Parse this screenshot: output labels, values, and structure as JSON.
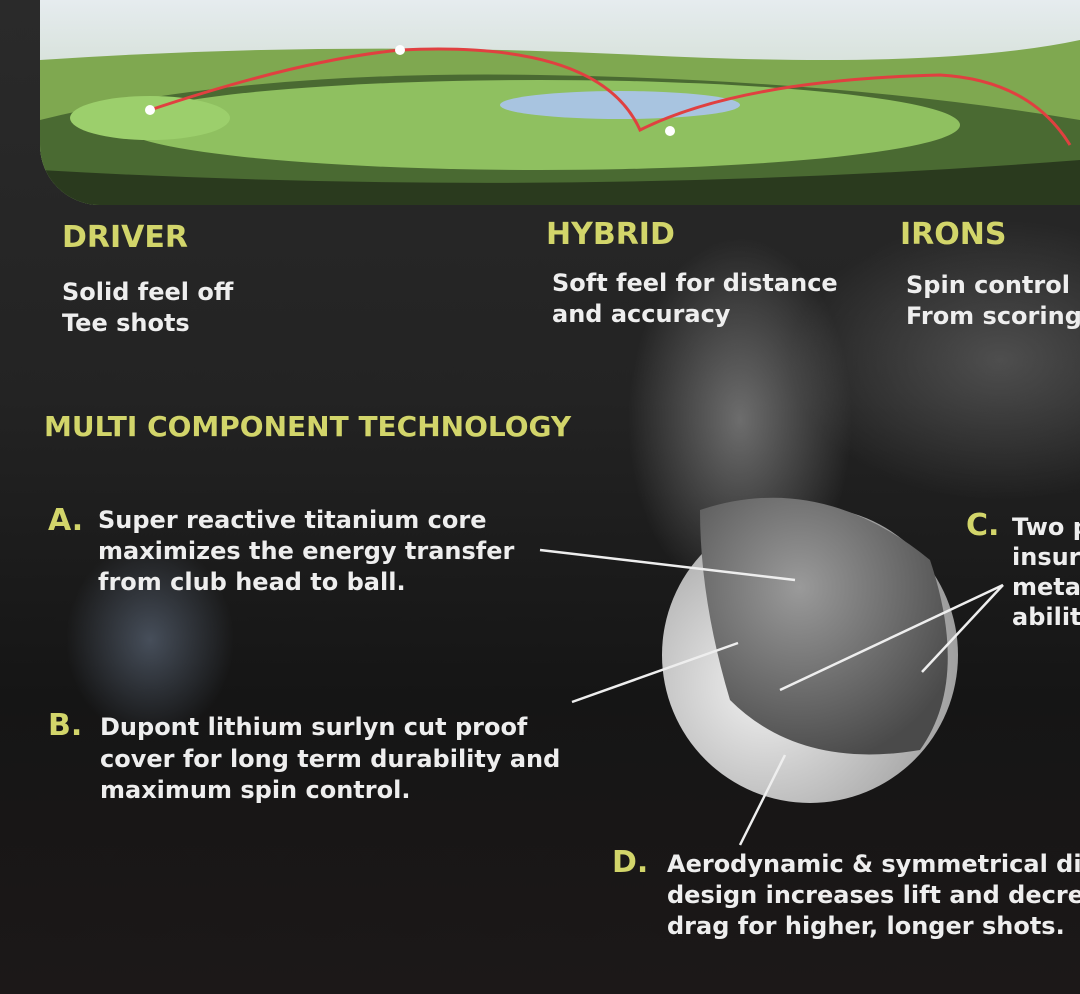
{
  "clubs": [
    {
      "title": "DRIVER",
      "lines": [
        "Solid feel off",
        "Tee shots"
      ]
    },
    {
      "title": "HYBRID",
      "lines": [
        "Soft feel for distance",
        "and accuracy"
      ]
    },
    {
      "title": "IRONS",
      "lines": [
        "Spin control",
        "From scoring l"
      ]
    }
  ],
  "section_title": "MULTI COMPONENT TECHNOLOGY",
  "features": [
    {
      "letter": "A.",
      "lines": [
        "Super reactive titanium core",
        "maximizes the energy transfer",
        "from club head to ball."
      ]
    },
    {
      "letter": "B.",
      "lines": [
        "Dupont lithium surlyn cut proof",
        "cover for long term durability and",
        "maximum spin control."
      ]
    },
    {
      "letter": "C.",
      "lines": [
        "Two p",
        "insure",
        "metal",
        "ability"
      ]
    },
    {
      "letter": "D.",
      "lines": [
        "Aerodynamic & symmetrical dimp",
        "design increases lift and decrease",
        "drag for higher, longer shots."
      ]
    }
  ],
  "colors": {
    "accent": "#d2d56a",
    "text": "#eeeeee",
    "trajectory": "#e04040"
  }
}
